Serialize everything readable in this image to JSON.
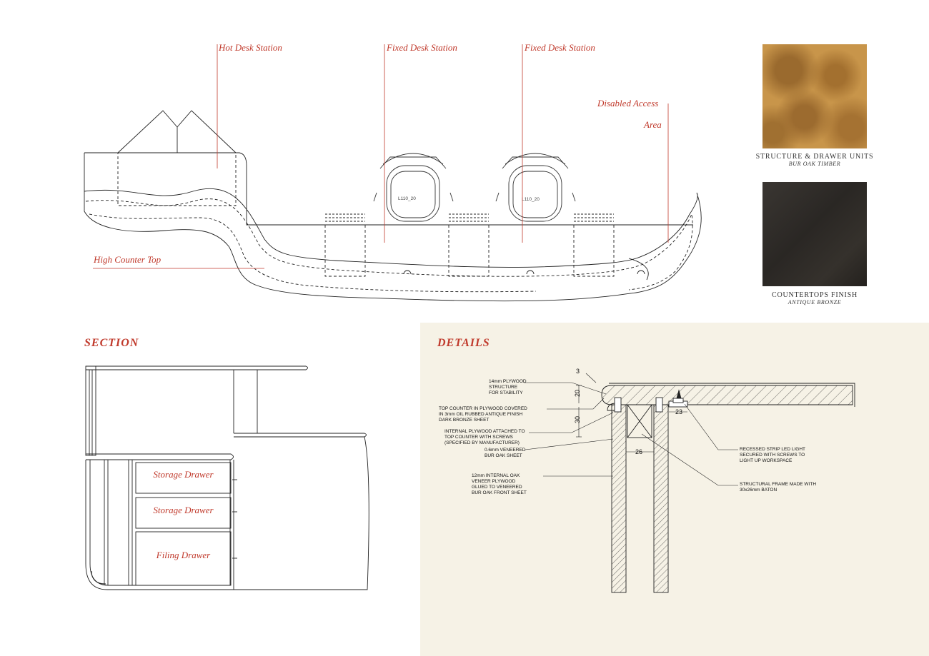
{
  "plan": {
    "labels": {
      "hot_desk": "Hot Desk Station",
      "fixed_desk_1": "Fixed Desk Station",
      "fixed_desk_2": "Fixed Desk Station",
      "disabled_line1": "Disabled Access",
      "disabled_line2": "Area",
      "high_counter": "High Counter Top"
    },
    "chairs": [
      "L110_20",
      "L110_20"
    ]
  },
  "materials": [
    {
      "title": "STRUCTURE & DRAWER UNITS",
      "subtitle": "BUR OAK TIMBER",
      "color": "#c8954a"
    },
    {
      "title": "COUNTERTOPS FINISH",
      "subtitle": "ANTIQUE BRONZE",
      "color": "#2e2b27"
    }
  ],
  "section": {
    "heading": "SECTION",
    "drawers": [
      "Storage Drawer",
      "Storage Drawer",
      "Filing Drawer"
    ]
  },
  "details": {
    "heading": "DETAILS",
    "background": "#f6f2e6",
    "annotations": {
      "plywood_structure": "14mm PLYWOOD\nSTRUCTURE\nFOR STABILITY",
      "top_counter": "TOP COUNTER IN PLYWOOD COVERED\nIN 3mm OIL RUBBED ANTIQUE FINISH\nDARK BRONZE SHEET",
      "internal_plywood": "INTERNAL PLYWOOD ATTACHED TO\nTOP COUNTER WITH SCREWS\n(SPECIFIED BY MANUFACTURER)",
      "veneer": "0.6mm VENEERED\nBUR OAK SHEET",
      "internal_oak": "12mm INTERNAL OAK\nVENEER PLYWOOD\nGLUED TO VENEERED\nBUR OAK FRONT SHEET",
      "led": "RECESSED STRIP LED LIGHT\nSECURED WITH SCREWS TO\nLIGHT UP WORKSPACE",
      "frame": "STRUCTURAL FRAME MADE WITH\n30x26mm BATON"
    },
    "dimensions": {
      "d3": "3",
      "d20": "20",
      "d30": "30",
      "d23": "23",
      "d26": "26"
    }
  },
  "colors": {
    "accent": "#c0392b",
    "line": "#222222"
  }
}
